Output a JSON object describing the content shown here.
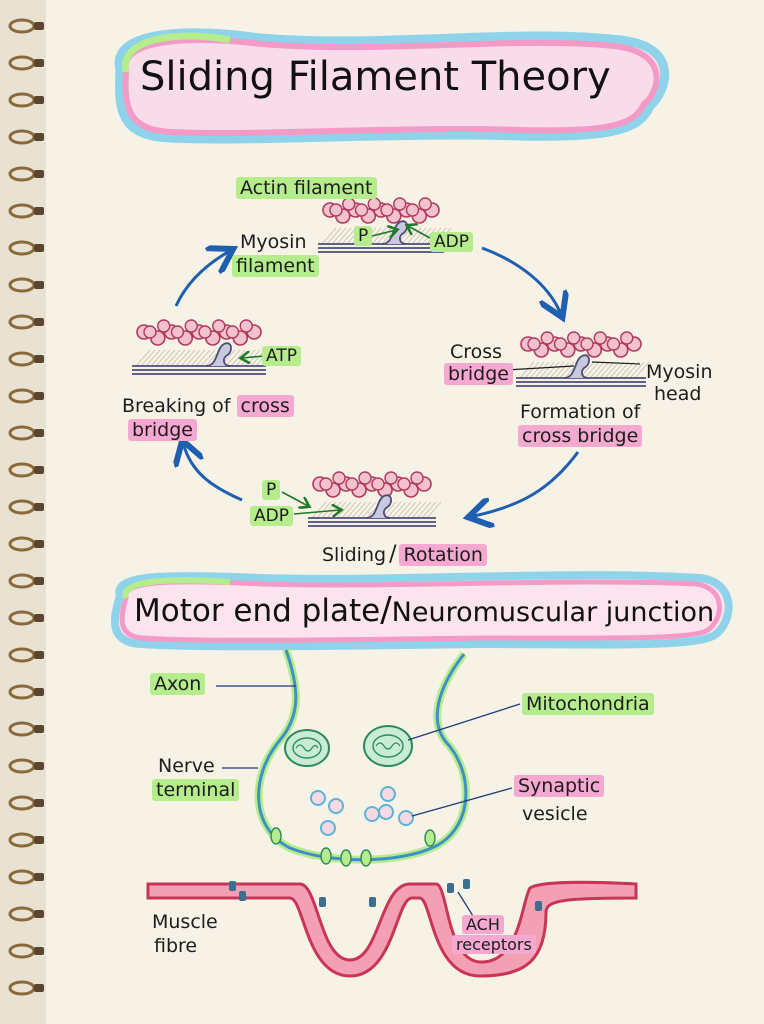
{
  "title": "Sliding Filament Theory",
  "cycle": {
    "actin_filament": "Actin filament",
    "myosin": "Myosin",
    "filament": "filament",
    "p": "P",
    "adp": "ADP",
    "cross": "Cross",
    "bridge": "bridge",
    "myosin_head_1": "Myosin",
    "myosin_head_2": "head",
    "formation_of": "Formation of",
    "cross_bridge": "cross bridge",
    "atp": "ATP",
    "breaking_of": "Breaking of",
    "cross_word": "cross",
    "bridge_word": "bridge",
    "sliding": "Sliding",
    "slash": "/",
    "rotation": "Rotation"
  },
  "nmj": {
    "title_a": "Motor end plate",
    "title_sep": "/",
    "title_b": "Neuromuscular junction",
    "axon": "Axon",
    "nerve": "Nerve",
    "terminal": "terminal",
    "mitochondria": "Mitochondria",
    "synaptic": "Synaptic",
    "vesicle": "vesicle",
    "muscle": "Muscle",
    "fibre": "fibre",
    "ach": "ACH",
    "receptors": "receptors"
  },
  "colors": {
    "green": "#b5ec8c",
    "pink": "#f6a9d0",
    "blue": "#8fd3ea",
    "arrow": "#1e5fb0",
    "actin": "#b03a5b",
    "myosin": "#4a4e78"
  }
}
